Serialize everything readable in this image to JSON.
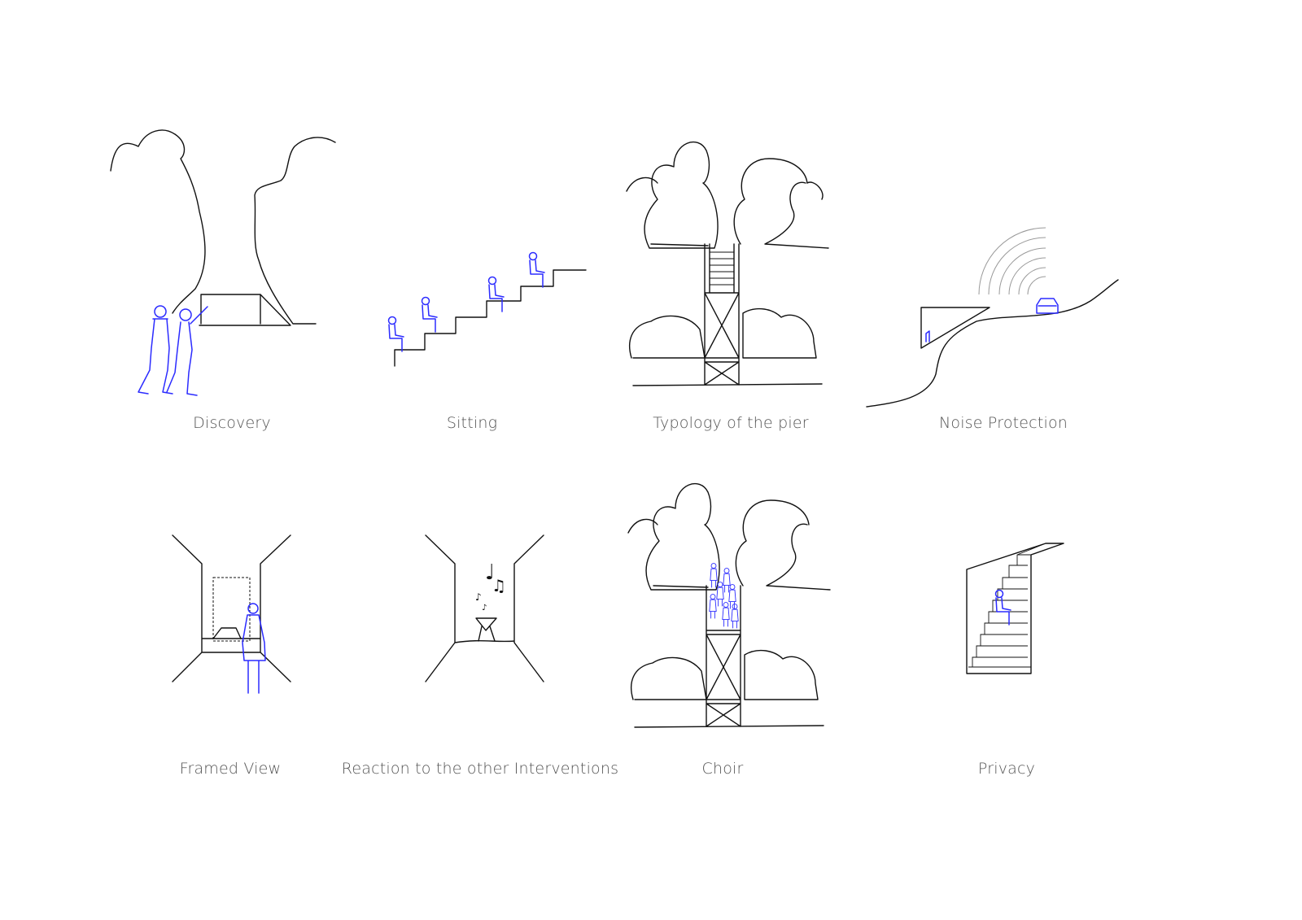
{
  "colors": {
    "line": "#111111",
    "people": "#2b2bff",
    "label": "#555555"
  },
  "panels": [
    {
      "id": "discovery",
      "label": "Discovery"
    },
    {
      "id": "sitting",
      "label": "Sitting"
    },
    {
      "id": "typology",
      "label": "Typology of the pier"
    },
    {
      "id": "noise",
      "label": "Noise Protection"
    },
    {
      "id": "framed",
      "label": "Framed View"
    },
    {
      "id": "reaction",
      "label": "Reaction to the other Interventions"
    },
    {
      "id": "choir",
      "label": "Choir"
    },
    {
      "id": "privacy",
      "label": "Privacy"
    }
  ]
}
